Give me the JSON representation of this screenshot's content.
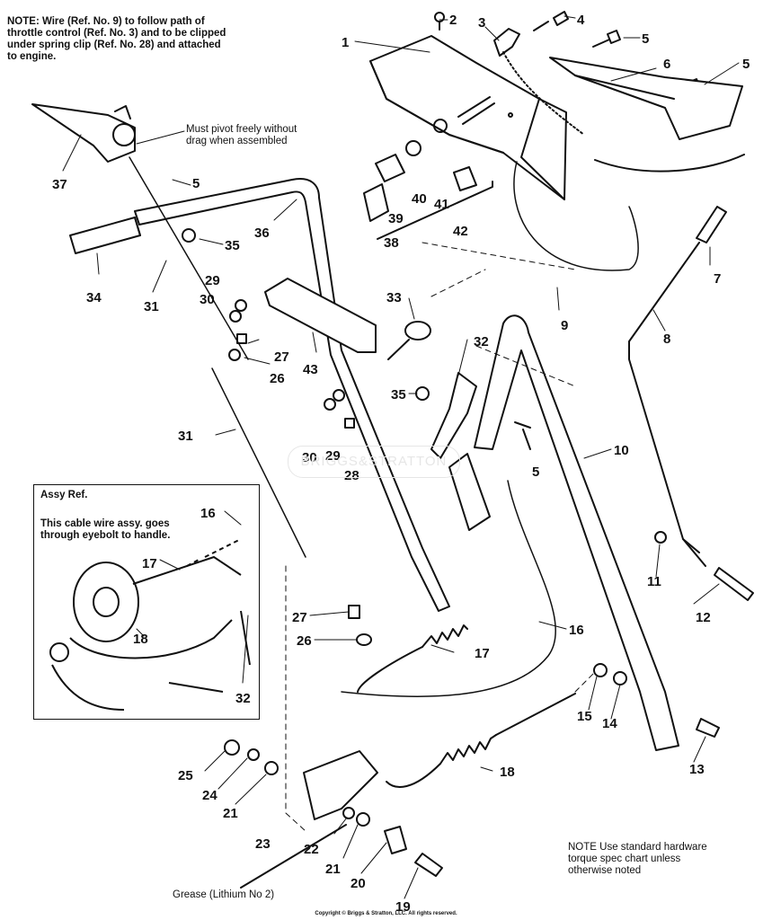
{
  "notes": {
    "top_line1": "NOTE: Wire (Ref. No. 9) to follow path of",
    "top_line2": "throttle control (Ref. No. 3) and to be clipped",
    "top_line3": "under spring clip (Ref. No. 28) and attached",
    "top_line4": "to engine.",
    "pivot_line1": "Must pivot freely without",
    "pivot_line2": "drag when assembled",
    "bottom_line1": "NOTE  Use standard hardware",
    "bottom_line2": "torque spec  chart unless",
    "bottom_line3": "otherwise noted",
    "grease": "Grease (Lithium No 2)",
    "copyright": "Copyright © Briggs & Stratton, LLC. All rights reserved.",
    "watermark": "BRIGGS&STRATTON"
  },
  "inset": {
    "title": "Assy Ref.",
    "line1": "This cable wire assy. goes",
    "line2": "through eyebolt to handle."
  },
  "callouts": [
    {
      "id": "c1",
      "text": "1"
    },
    {
      "id": "c2",
      "text": "2"
    },
    {
      "id": "c3",
      "text": "3"
    },
    {
      "id": "c4",
      "text": "4"
    },
    {
      "id": "c5a",
      "text": "5"
    },
    {
      "id": "c5b",
      "text": "5"
    },
    {
      "id": "c6",
      "text": "6"
    },
    {
      "id": "c37",
      "text": "37"
    },
    {
      "id": "c5c",
      "text": "5"
    },
    {
      "id": "c39",
      "text": "39"
    },
    {
      "id": "c40",
      "text": "40"
    },
    {
      "id": "c41",
      "text": "41"
    },
    {
      "id": "c38",
      "text": "38"
    },
    {
      "id": "c42",
      "text": "42"
    },
    {
      "id": "c36",
      "text": "36"
    },
    {
      "id": "c35a",
      "text": "35"
    },
    {
      "id": "c7",
      "text": "7"
    },
    {
      "id": "c34",
      "text": "34"
    },
    {
      "id": "c31a",
      "text": "31"
    },
    {
      "id": "c29a",
      "text": "29"
    },
    {
      "id": "c30a",
      "text": "30"
    },
    {
      "id": "c33",
      "text": "33"
    },
    {
      "id": "c9",
      "text": "9"
    },
    {
      "id": "c8",
      "text": "8"
    },
    {
      "id": "c27a",
      "text": "27"
    },
    {
      "id": "c26a",
      "text": "26"
    },
    {
      "id": "c43",
      "text": "43"
    },
    {
      "id": "c32a",
      "text": "32"
    },
    {
      "id": "c35b",
      "text": "35"
    },
    {
      "id": "c31b",
      "text": "31"
    },
    {
      "id": "c30b",
      "text": "30"
    },
    {
      "id": "c29b",
      "text": "29"
    },
    {
      "id": "c28",
      "text": "28"
    },
    {
      "id": "c5d",
      "text": "5"
    },
    {
      "id": "c10",
      "text": "10"
    },
    {
      "id": "c16a",
      "text": "16"
    },
    {
      "id": "c17a",
      "text": "17"
    },
    {
      "id": "c18a",
      "text": "18"
    },
    {
      "id": "c32b",
      "text": "32"
    },
    {
      "id": "c11",
      "text": "11"
    },
    {
      "id": "c12",
      "text": "12"
    },
    {
      "id": "c27b",
      "text": "27"
    },
    {
      "id": "c26b",
      "text": "26"
    },
    {
      "id": "c17b",
      "text": "17"
    },
    {
      "id": "c16b",
      "text": "16"
    },
    {
      "id": "c15",
      "text": "15"
    },
    {
      "id": "c14",
      "text": "14"
    },
    {
      "id": "c13",
      "text": "13"
    },
    {
      "id": "c25",
      "text": "25"
    },
    {
      "id": "c24",
      "text": "24"
    },
    {
      "id": "c21a",
      "text": "21"
    },
    {
      "id": "c18b",
      "text": "18"
    },
    {
      "id": "c23",
      "text": "23"
    },
    {
      "id": "c22",
      "text": "22"
    },
    {
      "id": "c21b",
      "text": "21"
    },
    {
      "id": "c20",
      "text": "20"
    },
    {
      "id": "c19",
      "text": "19"
    }
  ]
}
